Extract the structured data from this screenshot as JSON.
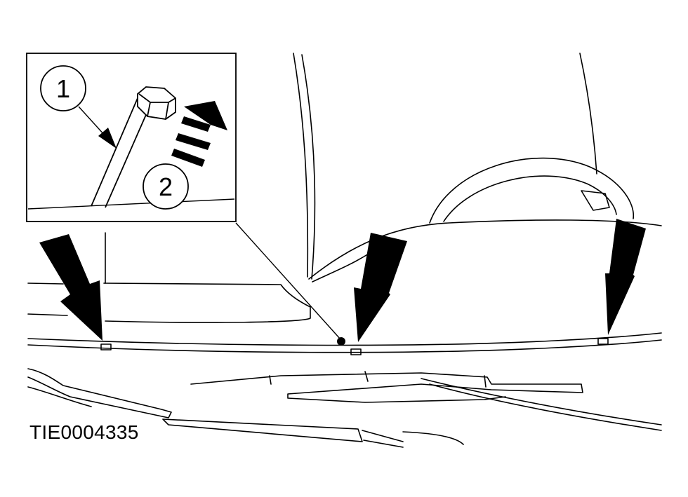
{
  "callouts": {
    "bolt_label": "1",
    "direction_label": "2"
  },
  "reference_code": "TIE0004335",
  "colors": {
    "ink": "#000000",
    "paper": "#ffffff"
  }
}
